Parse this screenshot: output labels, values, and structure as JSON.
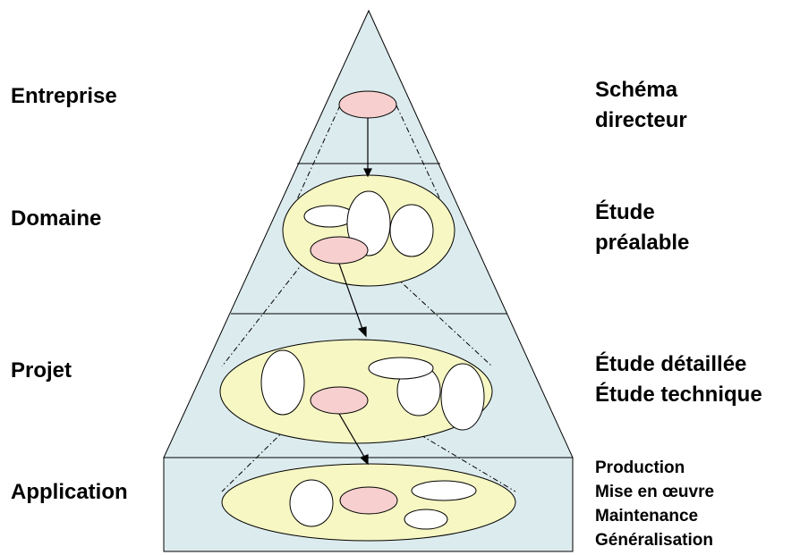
{
  "levels": [
    {
      "name": "Entreprise",
      "activities": [
        "Schéma",
        "directeur"
      ]
    },
    {
      "name": "Domaine",
      "activities": [
        "Étude",
        "préalable"
      ]
    },
    {
      "name": "Projet",
      "activities": [
        "Étude détaillée",
        "Étude technique"
      ]
    },
    {
      "name": "Application",
      "activities": [
        "Production",
        "Mise en œuvre",
        "Maintenance",
        "Généralisation"
      ]
    }
  ],
  "colors": {
    "pyramid_fill": "#dcebee",
    "level_ellipse_fill": "#f7f7c4",
    "highlight_ellipse_fill": "#f7cfcf",
    "outline": "#000000"
  }
}
